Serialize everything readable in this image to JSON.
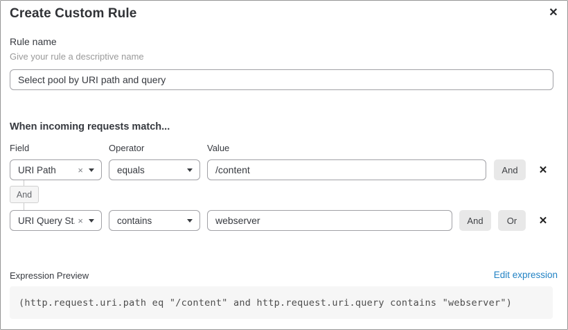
{
  "dialog": {
    "title": "Create Custom Rule"
  },
  "icons": {
    "close": "✕",
    "remove": "✕",
    "clear": "×"
  },
  "rule_name": {
    "label": "Rule name",
    "helper": "Give your rule a descriptive name",
    "value": "Select pool by URI path and query"
  },
  "matcher": {
    "heading": "When incoming requests match...",
    "columns": {
      "field": "Field",
      "operator": "Operator",
      "value": "Value"
    },
    "connector_label": "And",
    "rows": [
      {
        "field": "URI Path",
        "operator": "equals",
        "value": "/content",
        "and_label": "And"
      },
      {
        "field": "URI Query St...",
        "operator": "contains",
        "value": "webserver",
        "and_label": "And",
        "or_label": "Or"
      }
    ]
  },
  "expression": {
    "label": "Expression Preview",
    "edit_link": "Edit expression",
    "code": "(http.request.uri.path eq \"/content\" and http.request.uri.query contains \"webserver\")"
  },
  "colors": {
    "link_blue": "#2182c4",
    "button_gray": "#e8e8e8",
    "code_background": "#f6f6f6"
  }
}
